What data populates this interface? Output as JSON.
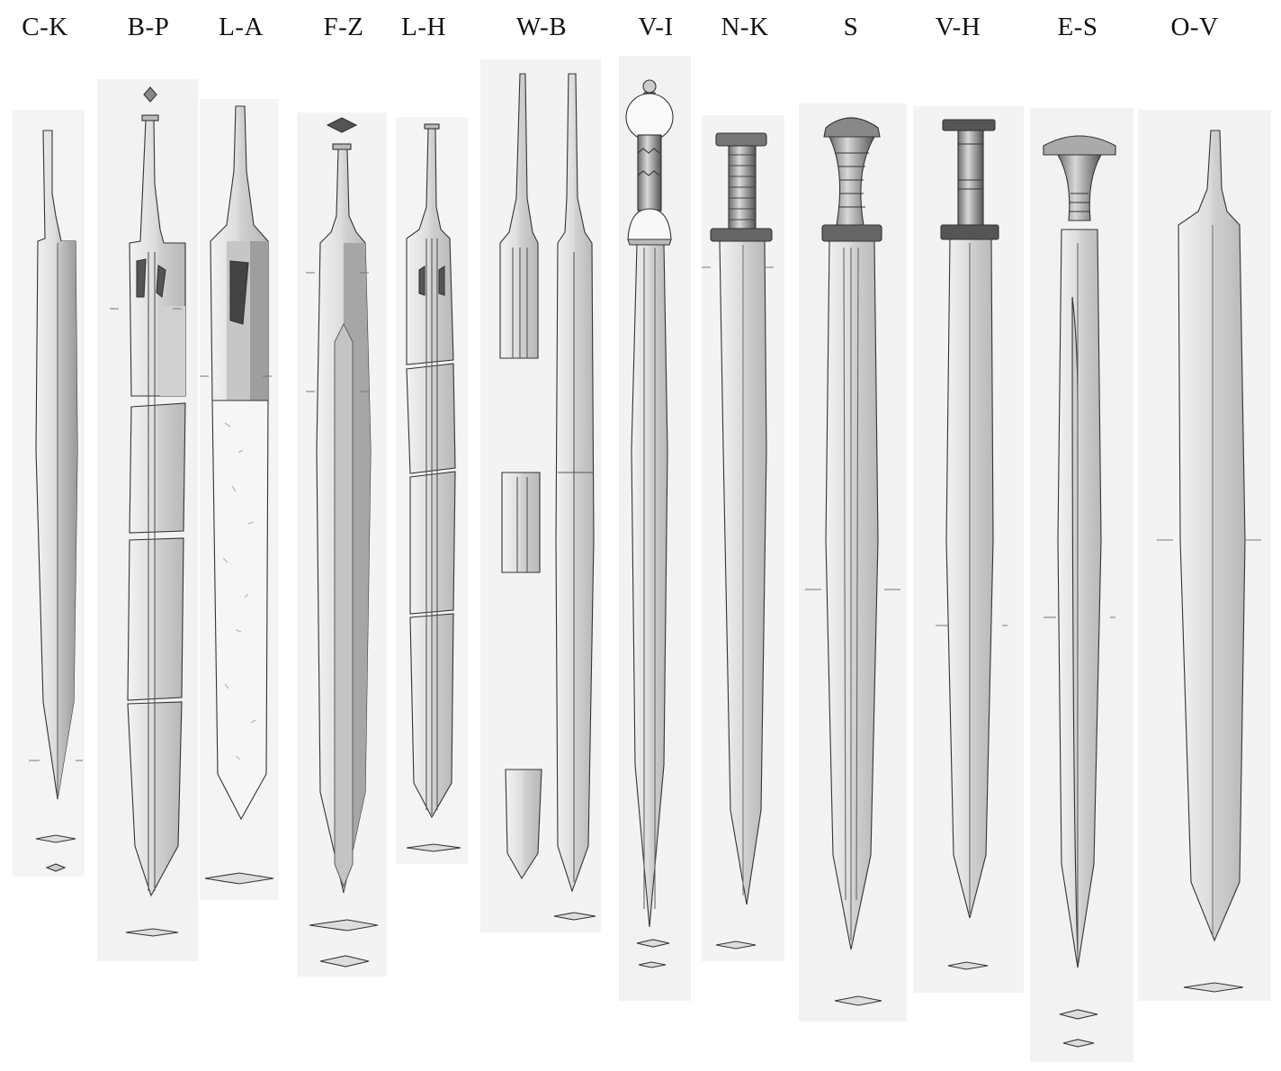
{
  "plate": {
    "labels": [
      "C-K",
      "B-P",
      "L-A",
      "F-Z",
      "L-H",
      "W-B",
      "V-I",
      "N-K",
      "S",
      "V-H",
      "E-S",
      "O-V"
    ]
  },
  "swords": [
    {
      "label": "C-K",
      "icon": "sword-tang-only-icon"
    },
    {
      "label": "B-P",
      "icon": "sword-broken-stamped-icon"
    },
    {
      "label": "L-A",
      "icon": "sword-corroded-stamped-icon"
    },
    {
      "label": "F-Z",
      "icon": "sword-tang-only-icon"
    },
    {
      "label": "L-H",
      "icon": "sword-broken-stamped-icon"
    },
    {
      "label": "W-B",
      "icon": "sword-fragments-icon"
    },
    {
      "label": "V-I",
      "icon": "sword-ring-pommel-hilt-icon"
    },
    {
      "label": "N-K",
      "icon": "sword-ribbed-grip-icon"
    },
    {
      "label": "S",
      "icon": "sword-mushroom-pommel-icon"
    },
    {
      "label": "V-H",
      "icon": "sword-bar-pommel-icon"
    },
    {
      "label": "E-S",
      "icon": "sword-flared-pommel-icon"
    },
    {
      "label": "O-V",
      "icon": "sword-tang-only-icon"
    }
  ],
  "colors": {
    "paper": "#ffffff",
    "plate_bg": "#f3f3f3",
    "blade_light": "#e4e4e4",
    "blade_mid": "#d2d2d2",
    "blade_dark": "#a9a9a9",
    "ink": "#333333"
  }
}
